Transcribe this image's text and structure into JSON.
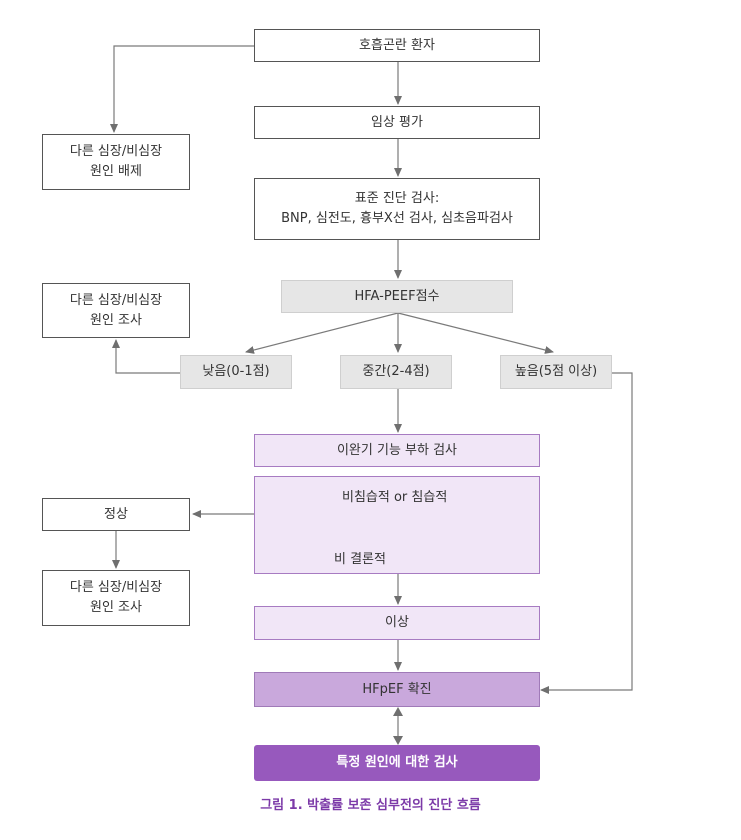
{
  "nodes": {
    "patient": "호흡곤란 환자",
    "clinical_eval": "임상 평가",
    "standard_tests_line1": "표준 진단 검사:",
    "standard_tests_line2": "BNP, 심전도, 흉부X선 검사, 심초음파검사",
    "exclude_line1": "다른 심장/비심장",
    "exclude_line2": "원인 배제",
    "hfa_peff": "HFA-PEEF점수",
    "investigate1_line1": "다른 심장/비심장",
    "investigate1_line2": "원인 조사",
    "low": "낮음(0-1점)",
    "mid": "중간(2-4점)",
    "high": "높음(5점 이상)",
    "stress_test": "이완기 기능 부하 검사",
    "noninvasive": "비침습적 or 침습적",
    "inconclusive": "비 결론적",
    "normal": "정상",
    "investigate2_line1": "다른 심장/비심장",
    "investigate2_line2": "원인 조사",
    "abnormal": "이상",
    "confirm": "HFpEF 확진",
    "specific": "특정 원인에 대한 검사"
  },
  "caption": "그림 1. 박출률 보존 심부전의 진단 흐름",
  "colors": {
    "line": "#777777",
    "box_border": "#555555",
    "gray_fill": "#e6e6e6",
    "light_purple_fill": "#f1e6f7",
    "medium_purple_fill": "#c9a8dc",
    "dark_purple_fill": "#9759bd",
    "caption": "#7c3aa8"
  }
}
